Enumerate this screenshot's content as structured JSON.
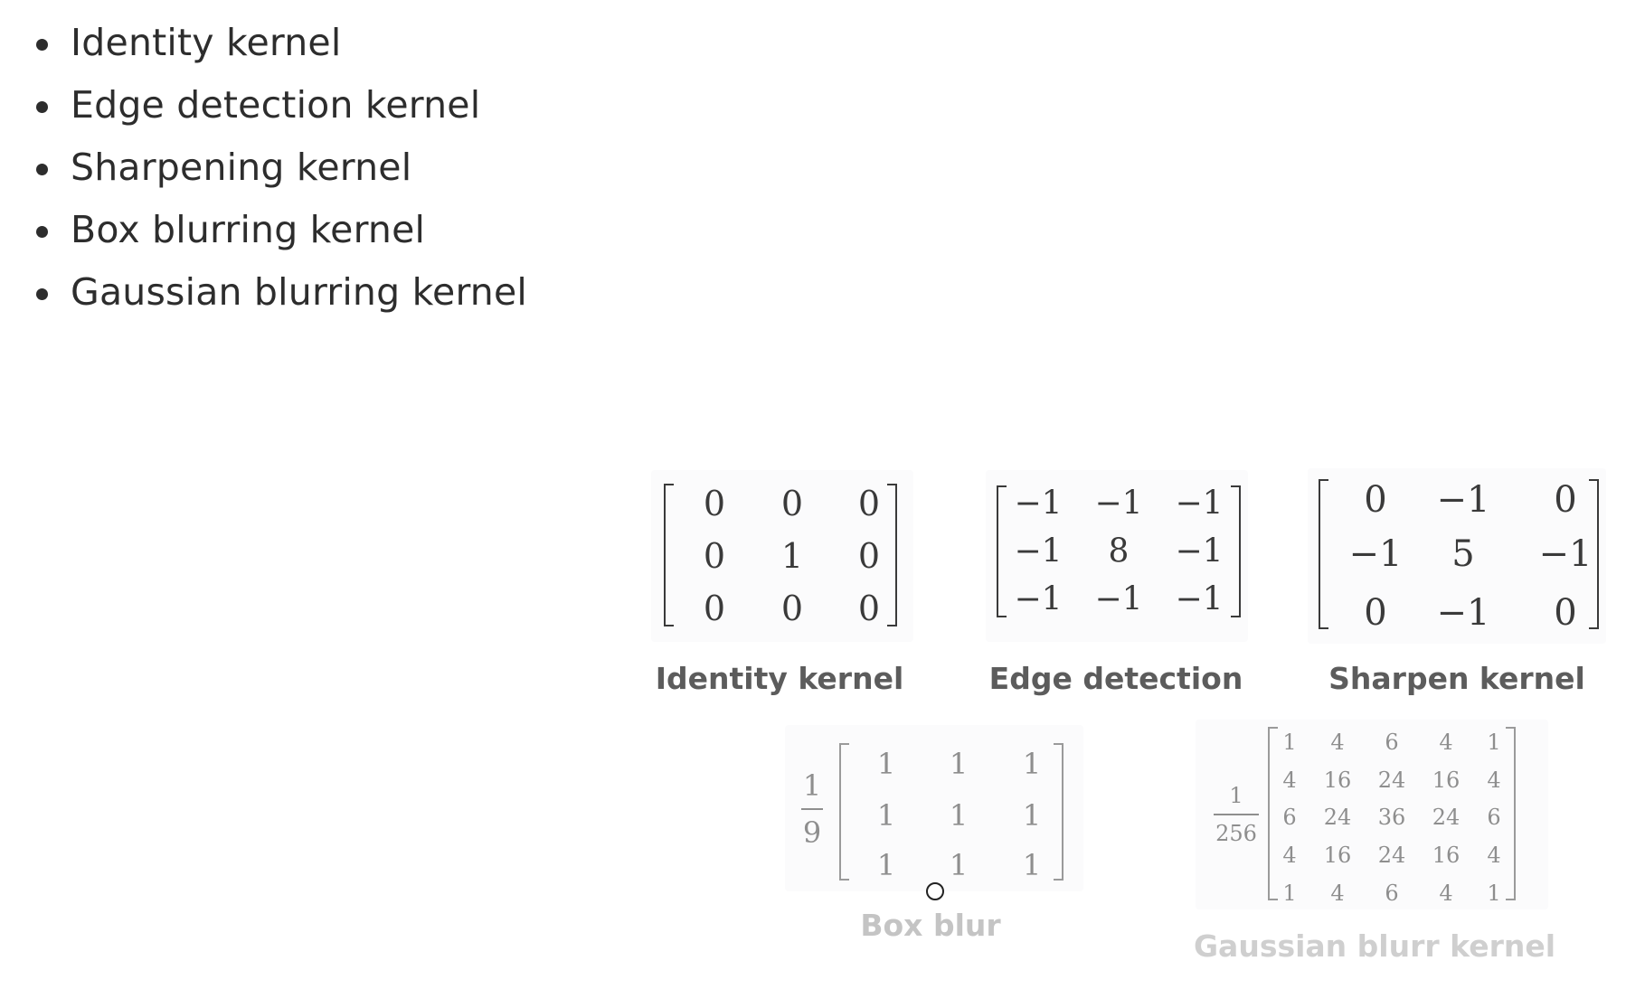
{
  "list": {
    "items": [
      "Identity kernel",
      "Edge detection kernel",
      "Sharpening kernel",
      "Box blurring kernel",
      "Gaussian blurring kernel"
    ]
  },
  "kernels": {
    "identity": {
      "caption": "Identity kernel",
      "matrix": [
        [
          "0",
          "0",
          "0"
        ],
        [
          "0",
          "1",
          "0"
        ],
        [
          "0",
          "0",
          "0"
        ]
      ]
    },
    "edge": {
      "caption": "Edge detection",
      "matrix": [
        [
          "−1",
          "−1",
          "−1"
        ],
        [
          "−1",
          "8",
          "−1"
        ],
        [
          "−1",
          "−1",
          "−1"
        ]
      ]
    },
    "sharpen": {
      "caption": "Sharpen kernel",
      "matrix": [
        [
          "0",
          "−1",
          "0"
        ],
        [
          "−1",
          "5",
          "−1"
        ],
        [
          "0",
          "−1",
          "0"
        ]
      ]
    },
    "box": {
      "caption": "Box blur",
      "scale_num": "1",
      "scale_den": "9",
      "matrix": [
        [
          "1",
          "1",
          "1"
        ],
        [
          "1",
          "1",
          "1"
        ],
        [
          "1",
          "1",
          "1"
        ]
      ]
    },
    "gaussian": {
      "caption": "Gaussian blurr kernel",
      "scale_num": "1",
      "scale_den": "256",
      "matrix": [
        [
          "1",
          "4",
          "6",
          "4",
          "1"
        ],
        [
          "4",
          "16",
          "24",
          "16",
          "4"
        ],
        [
          "6",
          "24",
          "36",
          "24",
          "6"
        ],
        [
          "4",
          "16",
          "24",
          "16",
          "4"
        ],
        [
          "1",
          "4",
          "6",
          "4",
          "1"
        ]
      ]
    }
  }
}
